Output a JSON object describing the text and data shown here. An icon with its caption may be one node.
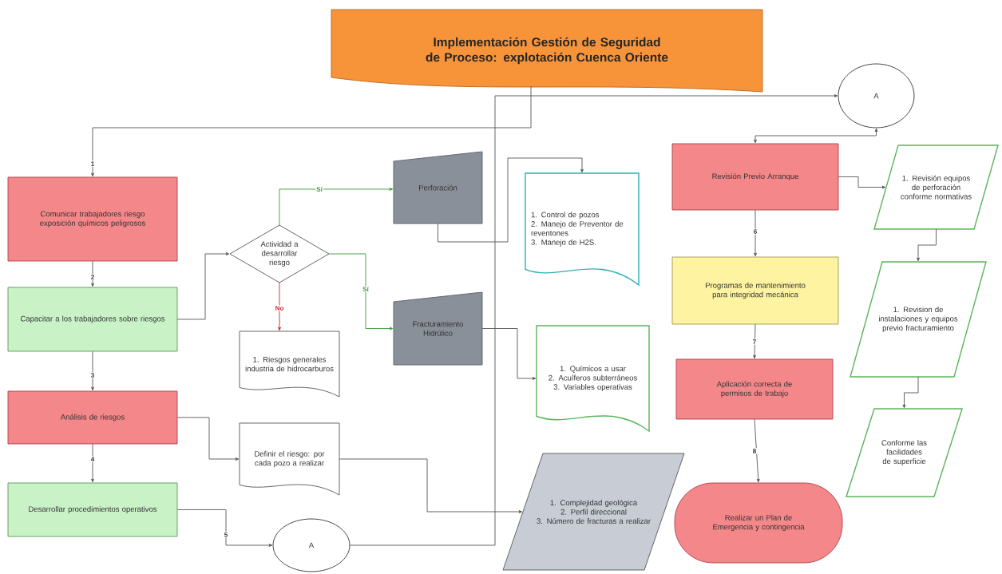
{
  "diagram": {
    "nodes": [
      {
        "text": [
          "Implementación Gestión de Seguridad de Proceso: explotación Cuenca Oriente"
        ]
      },
      {
        "text": [
          "Comunicar trabajadores riesgo exposición químicos peligrosos"
        ]
      },
      {
        "text": [
          "Capacitar a los trabajadores sobre riesgos"
        ]
      },
      {
        "text": [
          "Análisis de riesgos"
        ]
      },
      {
        "text": [
          "Desarrollar procedimientos operativos"
        ]
      },
      {
        "text": [
          "Actividad a desarrollar riesgo"
        ]
      },
      {
        "text": [
          "Perforación"
        ]
      },
      {
        "text": [
          "Fracturamiento Hidrúlico"
        ]
      },
      {
        "text": [
          "1. Riesgos generales industria de hidrocarburos"
        ]
      },
      {
        "text": [
          "Definir el riesgo: por cada pozo a realizar"
        ]
      },
      {
        "text": [
          "A"
        ]
      },
      {
        "text": [
          "1. Control de pozos",
          "2. Manejo de Preventor de reventones",
          "3. Manejo de H2S."
        ]
      },
      {
        "text": [
          "1. Químicos a usar",
          "2. Acuíferos subterráneos",
          "3. Variables operativas"
        ]
      },
      {
        "text": [
          "1. Complejidad geológica",
          "2. Perfil direccional",
          "3. Número de fracturas a realizar"
        ]
      },
      {
        "text": [
          "A"
        ]
      },
      {
        "text": [
          "Revisión Previo Arranque"
        ]
      },
      {
        "text": [
          "Programas de mantenimiento para integridad mecánica"
        ]
      },
      {
        "text": [
          "Aplicación correcta de permisos de trabajo"
        ]
      },
      {
        "text": [
          "Realizar un Plan de Emergencia y contingencia"
        ]
      },
      {
        "text": [
          "1. Revisión equipos de perforación conforme normativas"
        ]
      },
      {
        "text": [
          "1. Revision de instalaciones y equipos previo fracturamiento"
        ]
      },
      {
        "text": [
          "Conforme las facilidades de superficie"
        ]
      }
    ],
    "edges": [
      {
        "from": 0,
        "to": 1,
        "arrow": "to",
        "label": "1"
      },
      {
        "from": 1,
        "to": 2,
        "arrow": "to",
        "label": "2"
      },
      {
        "from": 2,
        "to": 3,
        "arrow": "to",
        "label": "3"
      },
      {
        "from": 3,
        "to": 4,
        "arrow": "to",
        "label": "4"
      },
      {
        "from": 2,
        "to": 5,
        "arrow": "to"
      },
      {
        "from": 5,
        "to": 6,
        "arrow": "to",
        "label": "Sí",
        "color": "#3a9a3a"
      },
      {
        "from": 5,
        "to": 7,
        "arrow": "to",
        "label": "Sí",
        "color": "#3a9a3a"
      },
      {
        "from": 5,
        "to": 8,
        "arrow": "to",
        "label": "No",
        "color": "#cc2233"
      },
      {
        "from": 6,
        "to": 11,
        "arrow": "to"
      },
      {
        "from": 7,
        "to": 12,
        "arrow": "to"
      },
      {
        "from": 3,
        "to": 9,
        "arrow": "to"
      },
      {
        "from": 9,
        "to": 13,
        "arrow": "to"
      },
      {
        "from": 4,
        "to": 10,
        "arrow": "to",
        "label": "5"
      },
      {
        "from": 10,
        "to": 14,
        "arrow": "to"
      },
      {
        "from": 14,
        "to": 15,
        "arrow": "both"
      },
      {
        "from": 15,
        "to": 19,
        "arrow": "to"
      },
      {
        "from": 15,
        "to": 16,
        "arrow": "to",
        "label": "6"
      },
      {
        "from": 16,
        "to": 17,
        "arrow": "to",
        "label": "7"
      },
      {
        "from": 17,
        "to": 18,
        "arrow": "to",
        "label": "8"
      },
      {
        "from": 19,
        "to": 20,
        "arrow": "to"
      },
      {
        "from": 20,
        "to": 21,
        "arrow": "to"
      }
    ]
  }
}
